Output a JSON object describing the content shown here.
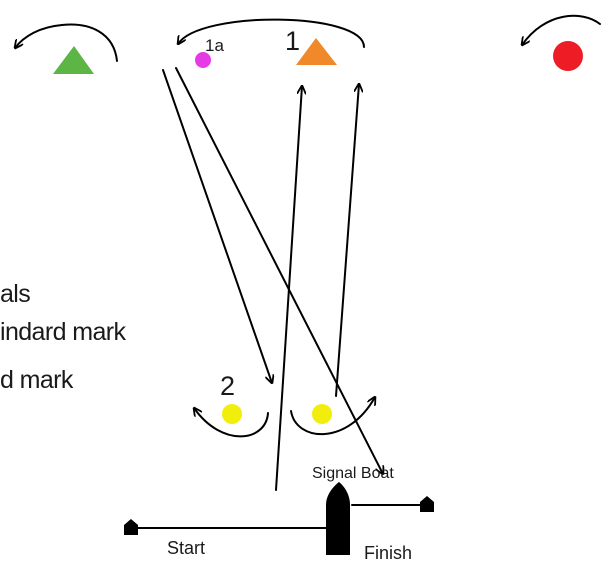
{
  "marks": {
    "mark_1_label": "1",
    "mark_1a_label": "1a",
    "mark_2_label": "2"
  },
  "legend": {
    "line_1": "als",
    "line_2": "indard mark",
    "line_3": "d mark"
  },
  "boats": {
    "signal_boat": "Signal Boat",
    "start": "Start",
    "finish": "Finish"
  },
  "colors": {
    "green_mark": "#5cb545",
    "orange_mark": "#f0892a",
    "red_mark": "#ee1c25",
    "magenta_mark": "#e63ae6",
    "yellow_mark": "#f2ee0c",
    "ink": "#000000"
  }
}
